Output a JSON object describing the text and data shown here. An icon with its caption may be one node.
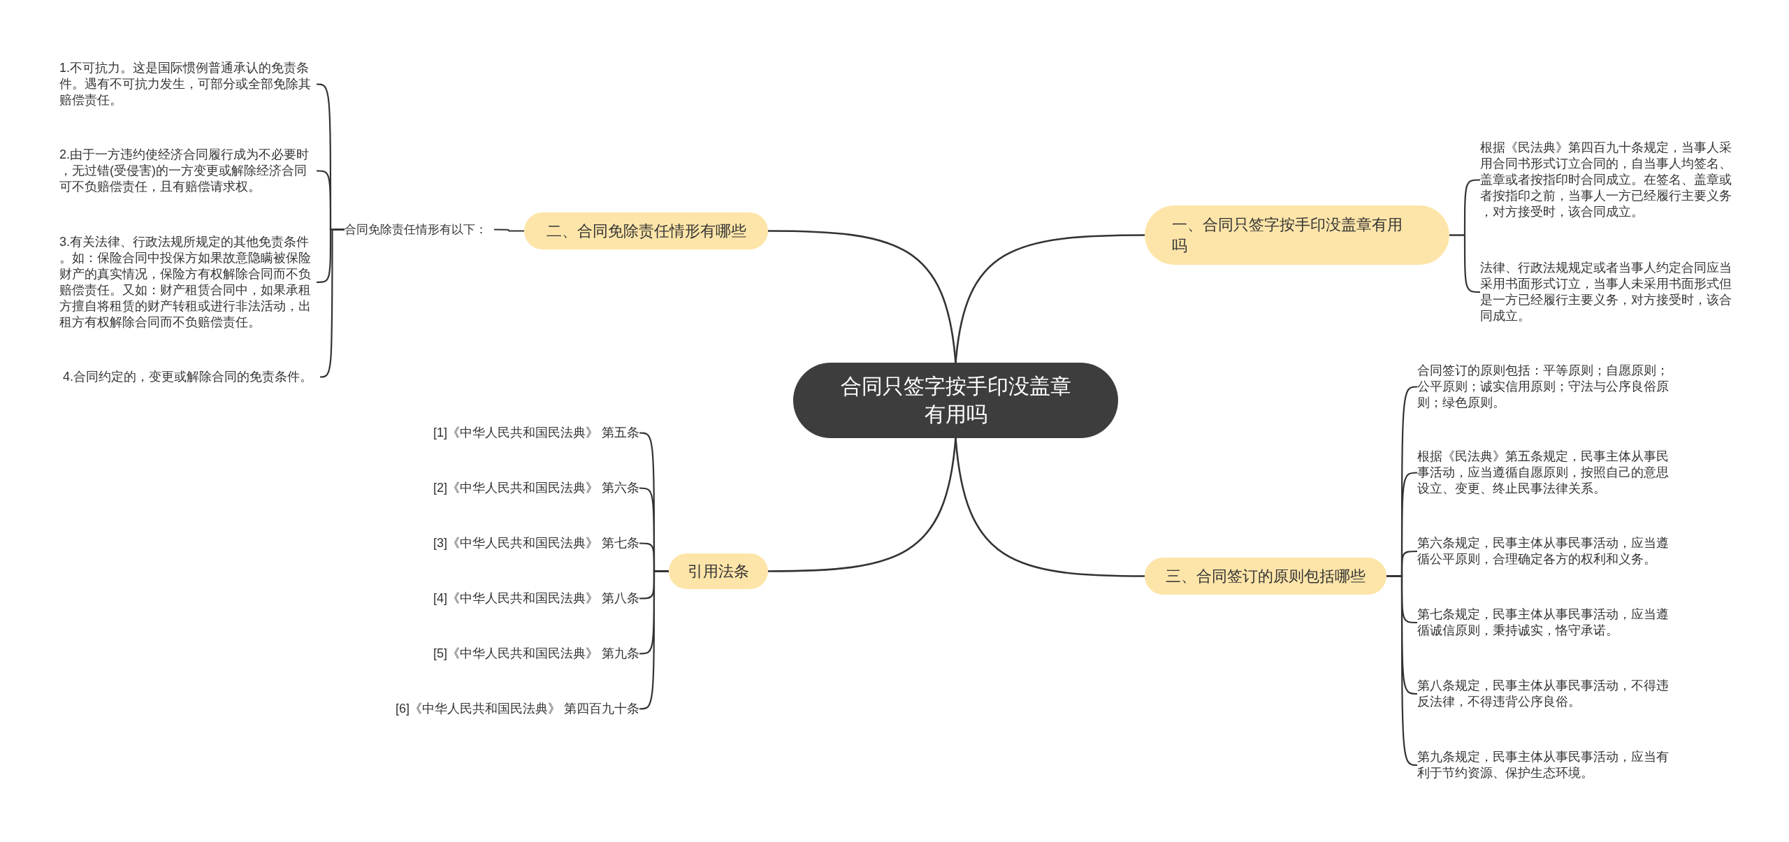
{
  "diagram": {
    "nodes": [
      {
        "text": [
          "合同只签字按手印没盖章有用吗"
        ]
      },
      {
        "text": [
          "一、合同只签字按手印没盖章有用吗"
        ]
      },
      {
        "text": [
          "根据《民法典》第四百九十条规定，当事人采用合同书形式订立合同的，自当事人均签名、盖章或者按指印时合同成立。在签名、盖章或者按指印之前，当事人一方已经履行主要义务，对方接受时，该合同成立。"
        ]
      },
      {
        "text": [
          "法律、行政法规规定或者当事人约定合同应当采用书面形式订立，当事人未采用书面形式但是一方已经履行主要义务，对方接受时，该合同成立。"
        ]
      },
      {
        "text": [
          "二、合同免除责任情形有哪些"
        ]
      },
      {
        "text": [
          "合同免除责任情形有以下："
        ]
      },
      {
        "text": [
          "1.不可抗力。这是国际惯例普通承认的免责条件。遇有不可抗力发生，可部分或全部免除其赔偿责任。"
        ]
      },
      {
        "text": [
          "2.由于一方违约使经济合同履行成为不必要时，无过错(受侵害)的一方变更或解除经济合同可不负赔偿责任，且有赔偿请求权。"
        ]
      },
      {
        "text": [
          "3.有关法律、行政法规所规定的其他免责条件。如：保险合同中投保方如果故意隐瞒被保险财产的真实情况，保险方有权解除合同而不负赔偿责任。又如：财产租赁合同中，如果承租方擅自将租赁的财产转租或进行非法活动，出租方有权解除合同而不负赔偿责任。"
        ]
      },
      {
        "text": [
          "4.合同约定的，变更或解除合同的免责条件。"
        ]
      },
      {
        "text": [
          "三、合同签订的原则包括哪些"
        ]
      },
      {
        "text": [
          "合同签订的原则包括：平等原则；自愿原则；公平原则；诚实信用原则；守法与公序良俗原则；绿色原则。"
        ]
      },
      {
        "text": [
          "根据《民法典》第五条规定，民事主体从事民事活动，应当遵循自愿原则，按照自己的意思设立、变更、终止民事法律关系。"
        ]
      },
      {
        "text": [
          "第六条规定，民事主体从事民事活动，应当遵循公平原则，合理确定各方的权利和义务。"
        ]
      },
      {
        "text": [
          "第七条规定，民事主体从事民事活动，应当遵循诚信原则，秉持诚实，恪守承诺。"
        ]
      },
      {
        "text": [
          "第八条规定，民事主体从事民事活动，不得违反法律，不得违背公序良俗。"
        ]
      },
      {
        "text": [
          "第九条规定，民事主体从事民事活动，应当有利于节约资源、保护生态环境。"
        ]
      },
      {
        "text": [
          "引用法条"
        ]
      },
      {
        "text": [
          "[1]《中华人民共和国民法典》 第五条"
        ]
      },
      {
        "text": [
          "[2]《中华人民共和国民法典》 第六条"
        ]
      },
      {
        "text": [
          "[3]《中华人民共和国民法典》 第七条"
        ]
      },
      {
        "text": [
          "[4]《中华人民共和国民法典》 第八条"
        ]
      },
      {
        "text": [
          "[5]《中华人民共和国民法典》 第九条"
        ]
      },
      {
        "text": [
          "[6]《中华人民共和国民法典》 第四百九十条"
        ]
      }
    ],
    "edges": [
      {
        "from": 0,
        "to": 1,
        "arrow": "none"
      },
      {
        "from": 0,
        "to": 4,
        "arrow": "none"
      },
      {
        "from": 0,
        "to": 10,
        "arrow": "none"
      },
      {
        "from": 0,
        "to": 17,
        "arrow": "none"
      },
      {
        "from": 1,
        "to": 2,
        "arrow": "none"
      },
      {
        "from": 1,
        "to": 3,
        "arrow": "none"
      },
      {
        "from": 4,
        "to": 5,
        "arrow": "none"
      },
      {
        "from": 5,
        "to": 6,
        "arrow": "none"
      },
      {
        "from": 5,
        "to": 7,
        "arrow": "none"
      },
      {
        "from": 5,
        "to": 8,
        "arrow": "none"
      },
      {
        "from": 5,
        "to": 9,
        "arrow": "none"
      },
      {
        "from": 10,
        "to": 11,
        "arrow": "none"
      },
      {
        "from": 10,
        "to": 12,
        "arrow": "none"
      },
      {
        "from": 10,
        "to": 13,
        "arrow": "none"
      },
      {
        "from": 10,
        "to": 14,
        "arrow": "none"
      },
      {
        "from": 10,
        "to": 15,
        "arrow": "none"
      },
      {
        "from": 10,
        "to": 16,
        "arrow": "none"
      },
      {
        "from": 17,
        "to": 18,
        "arrow": "none"
      },
      {
        "from": 17,
        "to": 19,
        "arrow": "none"
      },
      {
        "from": 17,
        "to": 20,
        "arrow": "none"
      },
      {
        "from": 17,
        "to": 21,
        "arrow": "none"
      },
      {
        "from": 17,
        "to": 22,
        "arrow": "none"
      },
      {
        "from": 17,
        "to": 23,
        "arrow": "none"
      }
    ]
  }
}
